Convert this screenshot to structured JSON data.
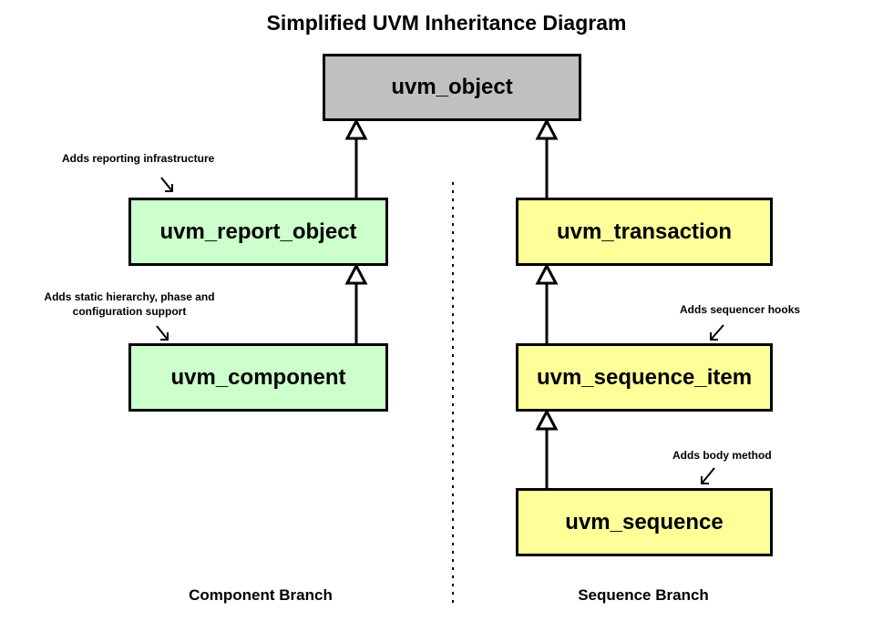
{
  "title": "Simplified UVM Inheritance Diagram",
  "colors": {
    "root_fill": "#c0c0c0",
    "component_fill": "#ccffcc",
    "sequence_fill": "#ffff99",
    "outline": "#000000"
  },
  "classes": {
    "uvm_object": "uvm_object",
    "uvm_report_object": "uvm_report_object",
    "uvm_component": "uvm_component",
    "uvm_transaction": "uvm_transaction",
    "uvm_sequence_item": "uvm_sequence_item",
    "uvm_sequence": "uvm_sequence"
  },
  "notes": {
    "reporting": "Adds reporting infrastructure",
    "hierarchy_line1": "Adds static hierarchy, phase and",
    "hierarchy_line2": "configuration support",
    "sequencer_hooks": "Adds sequencer hooks",
    "body_method": "Adds body method"
  },
  "branches": {
    "component": "Component Branch",
    "sequence": "Sequence Branch"
  }
}
